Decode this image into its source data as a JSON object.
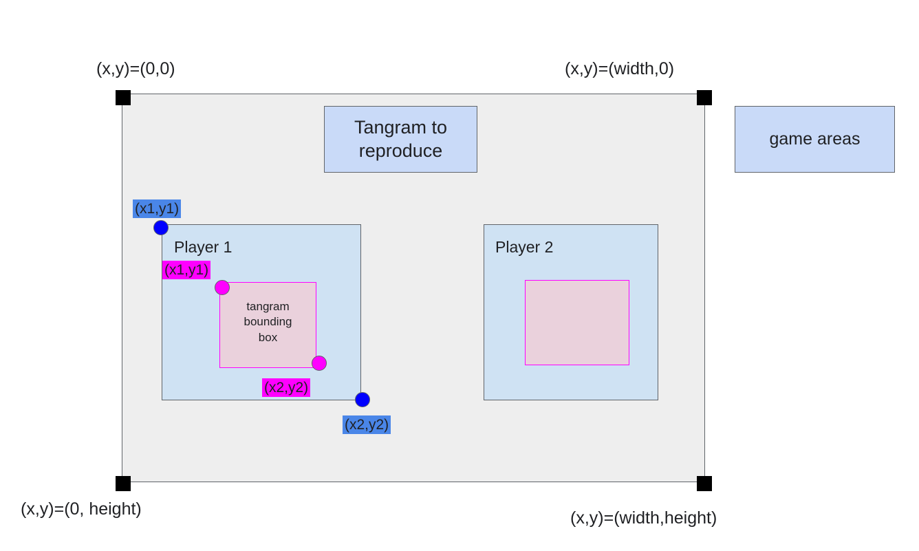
{
  "corners": {
    "top_left": "(x,y)=(0,0)",
    "top_right": "(x,y)=(width,0)",
    "bottom_left": "(x,y)=(0, height)",
    "bottom_right": "(x,y)=(width,height)"
  },
  "tangram_box": {
    "line1": "Tangram to",
    "line2": "reproduce"
  },
  "legend_box": {
    "label": "game areas"
  },
  "player1": {
    "title": "Player 1",
    "area_top_left": "(x1,y1)",
    "area_bottom_right": "(x2,y2)",
    "bbox_top_left": "(x1,y1)",
    "bbox_bottom_right": "(x2,y2)",
    "bbox_line1": "tangram",
    "bbox_line2": "bounding",
    "bbox_line3": "box"
  },
  "player2": {
    "title": "Player 2"
  },
  "colors": {
    "canvas": "#eeeeee",
    "label_box": "#c9daf8",
    "player_area": "#cfe2f3",
    "bbox_fill": "#ead1dc",
    "bbox_border": "#ff00ff",
    "blue_tag": "#4a86e8",
    "blue_dot": "#0000ff",
    "magenta": "#ff00ff"
  }
}
